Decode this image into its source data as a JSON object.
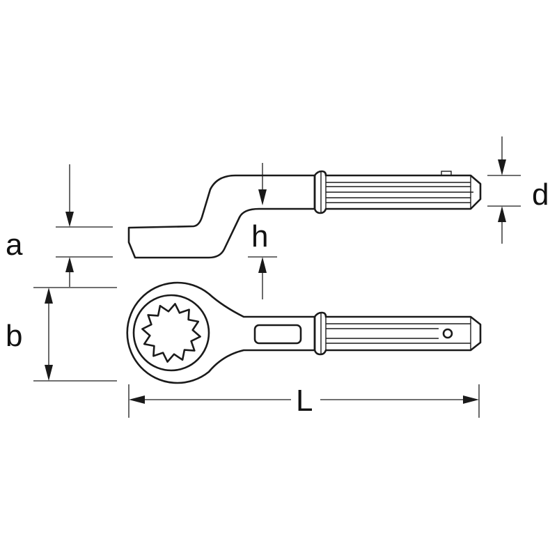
{
  "dimensions": {
    "a": "a",
    "b": "b",
    "h": "h",
    "d": "d",
    "L": "L"
  }
}
